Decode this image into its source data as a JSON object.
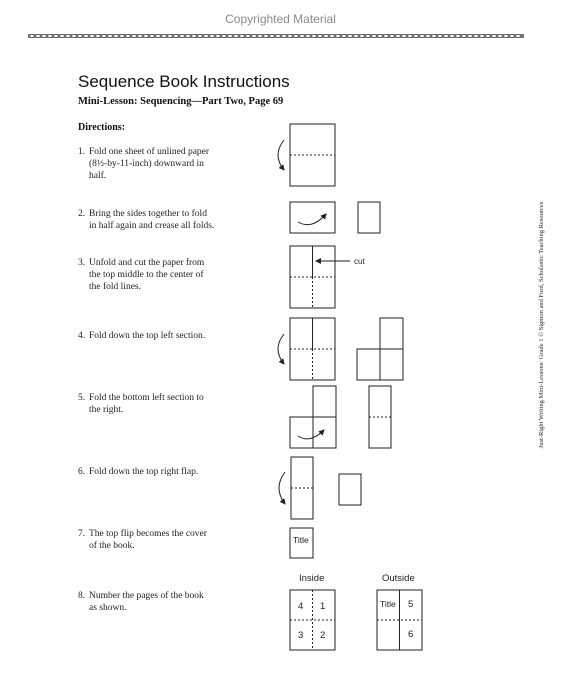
{
  "header": {
    "copyright": "Copyrighted Material"
  },
  "page": {
    "title": "Sequence Book Instructions",
    "subtitle": "Mini-Lesson: Sequencing—Part Two, Page 69",
    "directions_label": "Directions:"
  },
  "steps": [
    {
      "num": "1.",
      "line1": "Fold one sheet of unlined paper",
      "line2": "(8½-by-11-inch) downward in",
      "line3": "half."
    },
    {
      "num": "2.",
      "line1": "Bring the sides together to fold",
      "line2": "in half again and crease all folds."
    },
    {
      "num": "3.",
      "line1": "Unfold and cut the paper from",
      "line2": "the top middle to the center of",
      "line3": "the fold lines."
    },
    {
      "num": "4.",
      "line1": "Fold down the top left section."
    },
    {
      "num": "5.",
      "line1": "Fold the bottom left section to",
      "line2": "the right."
    },
    {
      "num": "6.",
      "line1": "Fold down the top right flap."
    },
    {
      "num": "7.",
      "line1": "The top flip becomes the cover",
      "line2": "of the book."
    },
    {
      "num": "8.",
      "line1": "Number the pages of the book",
      "line2": "as shown."
    }
  ],
  "diagrams": {
    "cut_label": "cut",
    "cover_title": "Title",
    "inside_label": "Inside",
    "outside_label": "Outside",
    "inside_pages": [
      "4",
      "1",
      "3",
      "2"
    ],
    "outside_title": "Title",
    "outside_pages": [
      "5",
      "6"
    ]
  },
  "side_credit": "Just-Right Writing Mini-Lessons: Grade 1 © Sigmon and Ford, Scholastic Teaching Resources"
}
